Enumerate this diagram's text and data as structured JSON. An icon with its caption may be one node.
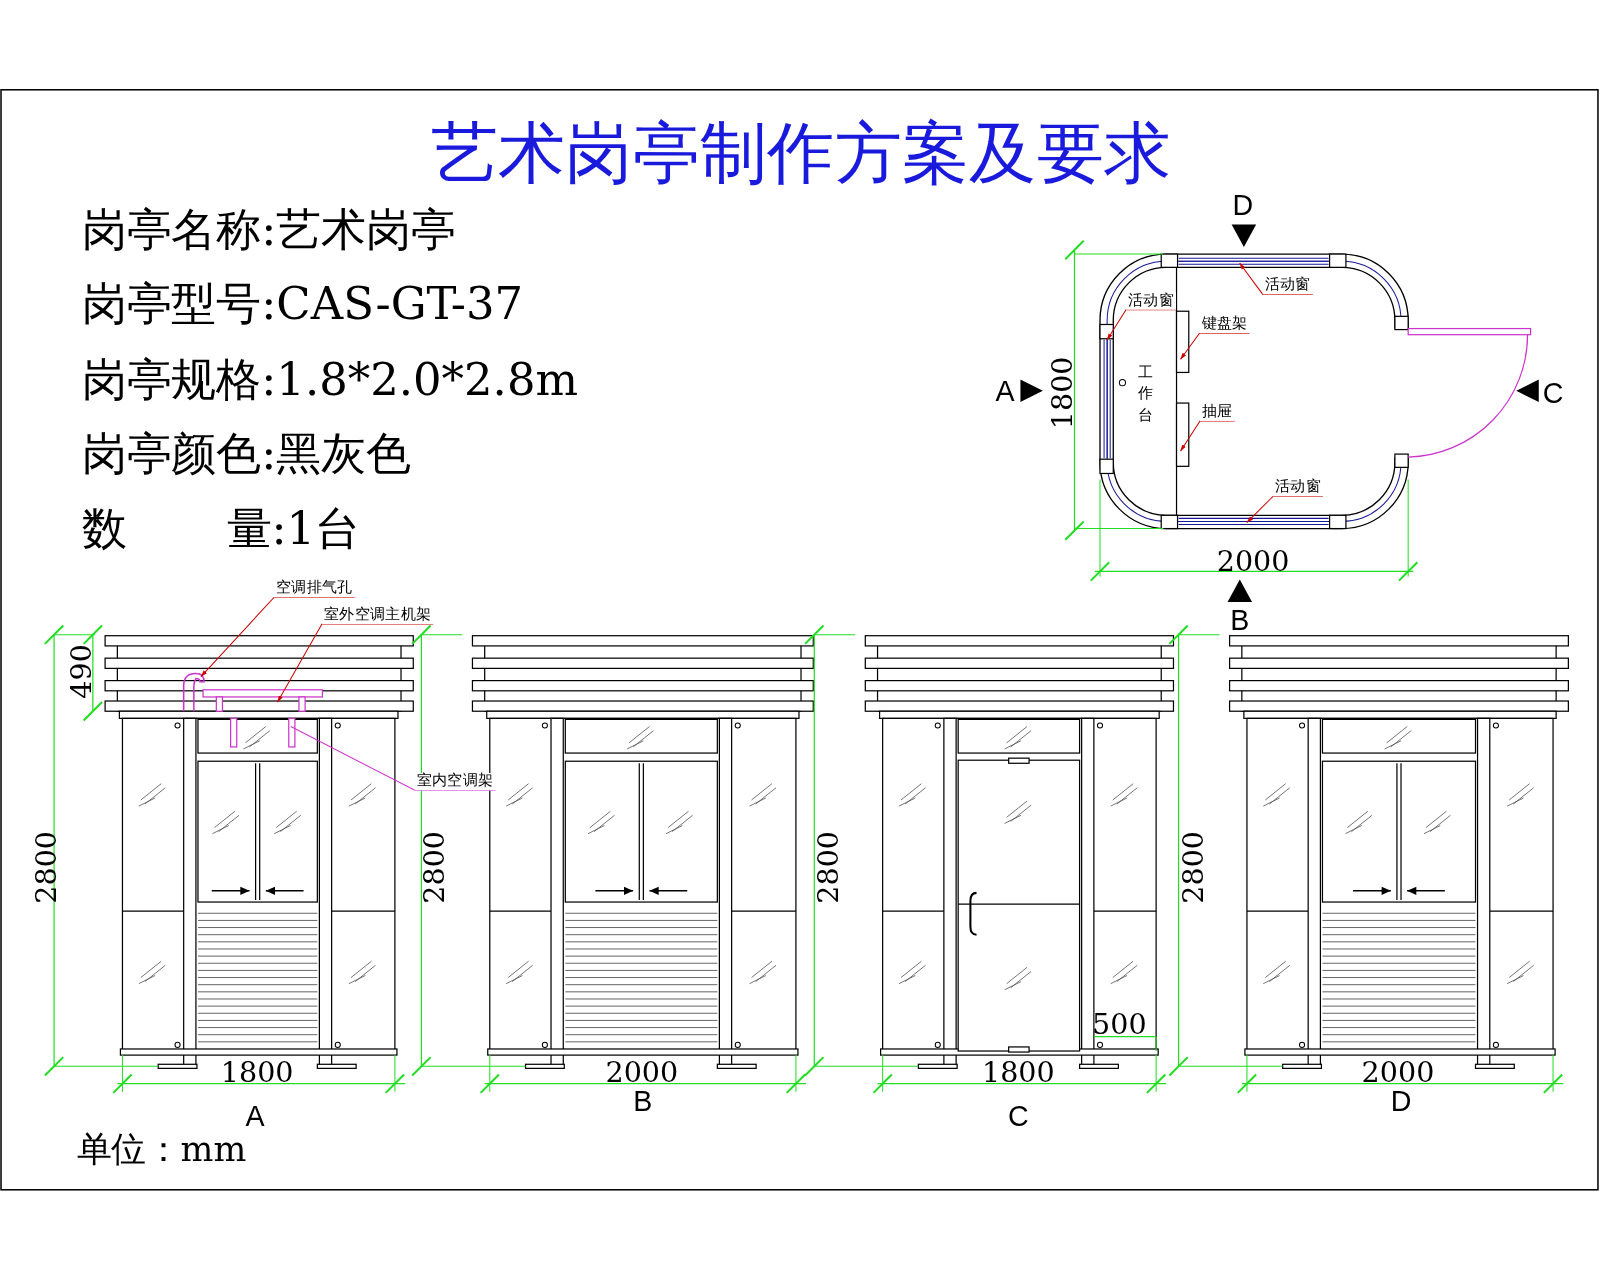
{
  "diagram": {
    "title": "艺术岗亭制作方案及要求",
    "nodes": [
      {
        "text": [
          "空调排气孔"
        ]
      },
      {
        "text": [
          "室外空调主机架"
        ]
      },
      {
        "text": [
          "室内空调架"
        ]
      },
      {
        "text": [
          "活动窗"
        ]
      },
      {
        "text": [
          "活动窗"
        ]
      },
      {
        "text": [
          "键盘架"
        ]
      },
      {
        "text": [
          "抽屉"
        ]
      },
      {
        "text": [
          "活动窗"
        ]
      },
      {
        "text": [],
        "shape": "pipe"
      },
      {
        "text": [],
        "shape": "bracket"
      },
      {
        "text": [],
        "shape": "bracket"
      },
      {
        "text": [],
        "shape": "window"
      },
      {
        "text": [],
        "shape": "window"
      },
      {
        "text": [],
        "shape": "box"
      },
      {
        "text": [],
        "shape": "box"
      },
      {
        "text": [],
        "shape": "window"
      }
    ],
    "edges": [
      {
        "from": 0,
        "to": 8,
        "arrow": "to"
      },
      {
        "from": 1,
        "to": 9,
        "arrow": "to"
      },
      {
        "from": 2,
        "to": 10,
        "arrow": "none",
        "color": "#cc33cc"
      },
      {
        "from": 3,
        "to": 11,
        "arrow": "to"
      },
      {
        "from": 4,
        "to": 12,
        "arrow": "to"
      },
      {
        "from": 5,
        "to": 13,
        "arrow": "to"
      },
      {
        "from": 6,
        "to": 14,
        "arrow": "to"
      },
      {
        "from": 7,
        "to": 15,
        "arrow": "to"
      }
    ],
    "labels": [
      "岗亭名称:艺术岗亭",
      "岗亭型号:CAS-GT-37",
      "岗亭规格:1.8*2.0*2.8m",
      "岗亭颜色:黑灰色",
      "数",
      "量:1台",
      "D",
      "工作台",
      "A",
      "1800",
      "C",
      "2000",
      "B",
      "490",
      "2800",
      "1800",
      "A",
      "2800",
      "2000",
      "B",
      "2800",
      "500",
      "1800",
      "C",
      "2800",
      "2000",
      "D",
      "单位：mm"
    ]
  }
}
